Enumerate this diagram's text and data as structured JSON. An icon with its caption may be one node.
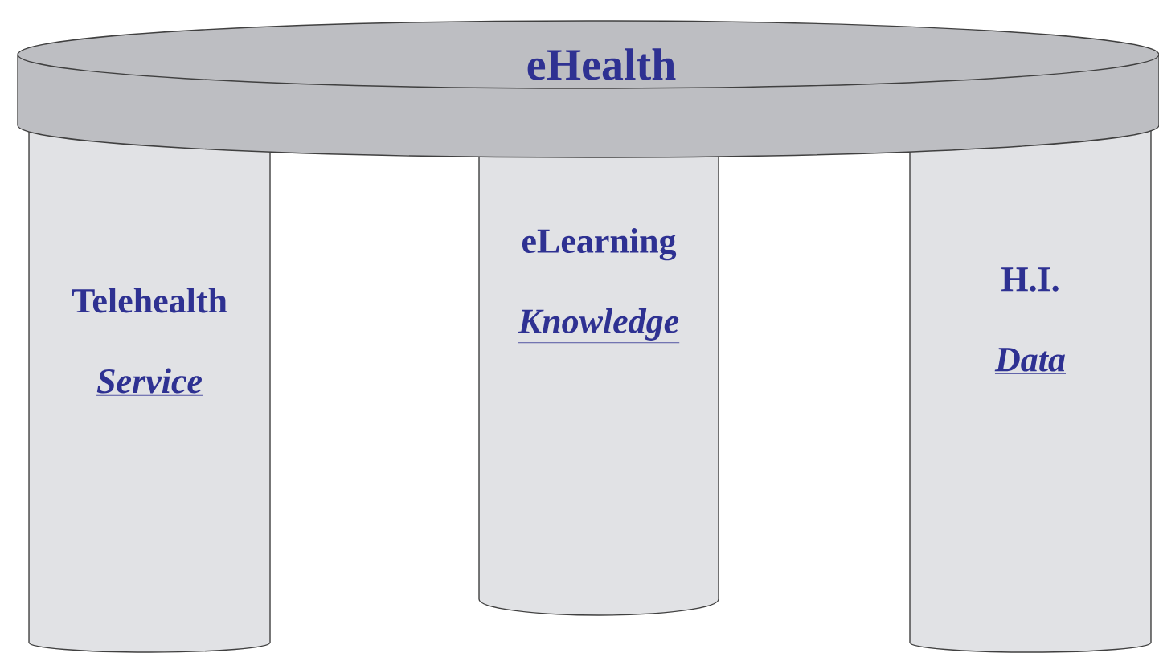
{
  "diagram": {
    "nodes": [
      {
        "text": [
          "eHealth"
        ]
      },
      {
        "text": [
          "Telehealth",
          "Service"
        ]
      },
      {
        "text": [
          "eLearning",
          "Knowledge"
        ]
      },
      {
        "text": [
          "H.I.",
          "Data"
        ]
      }
    ]
  }
}
